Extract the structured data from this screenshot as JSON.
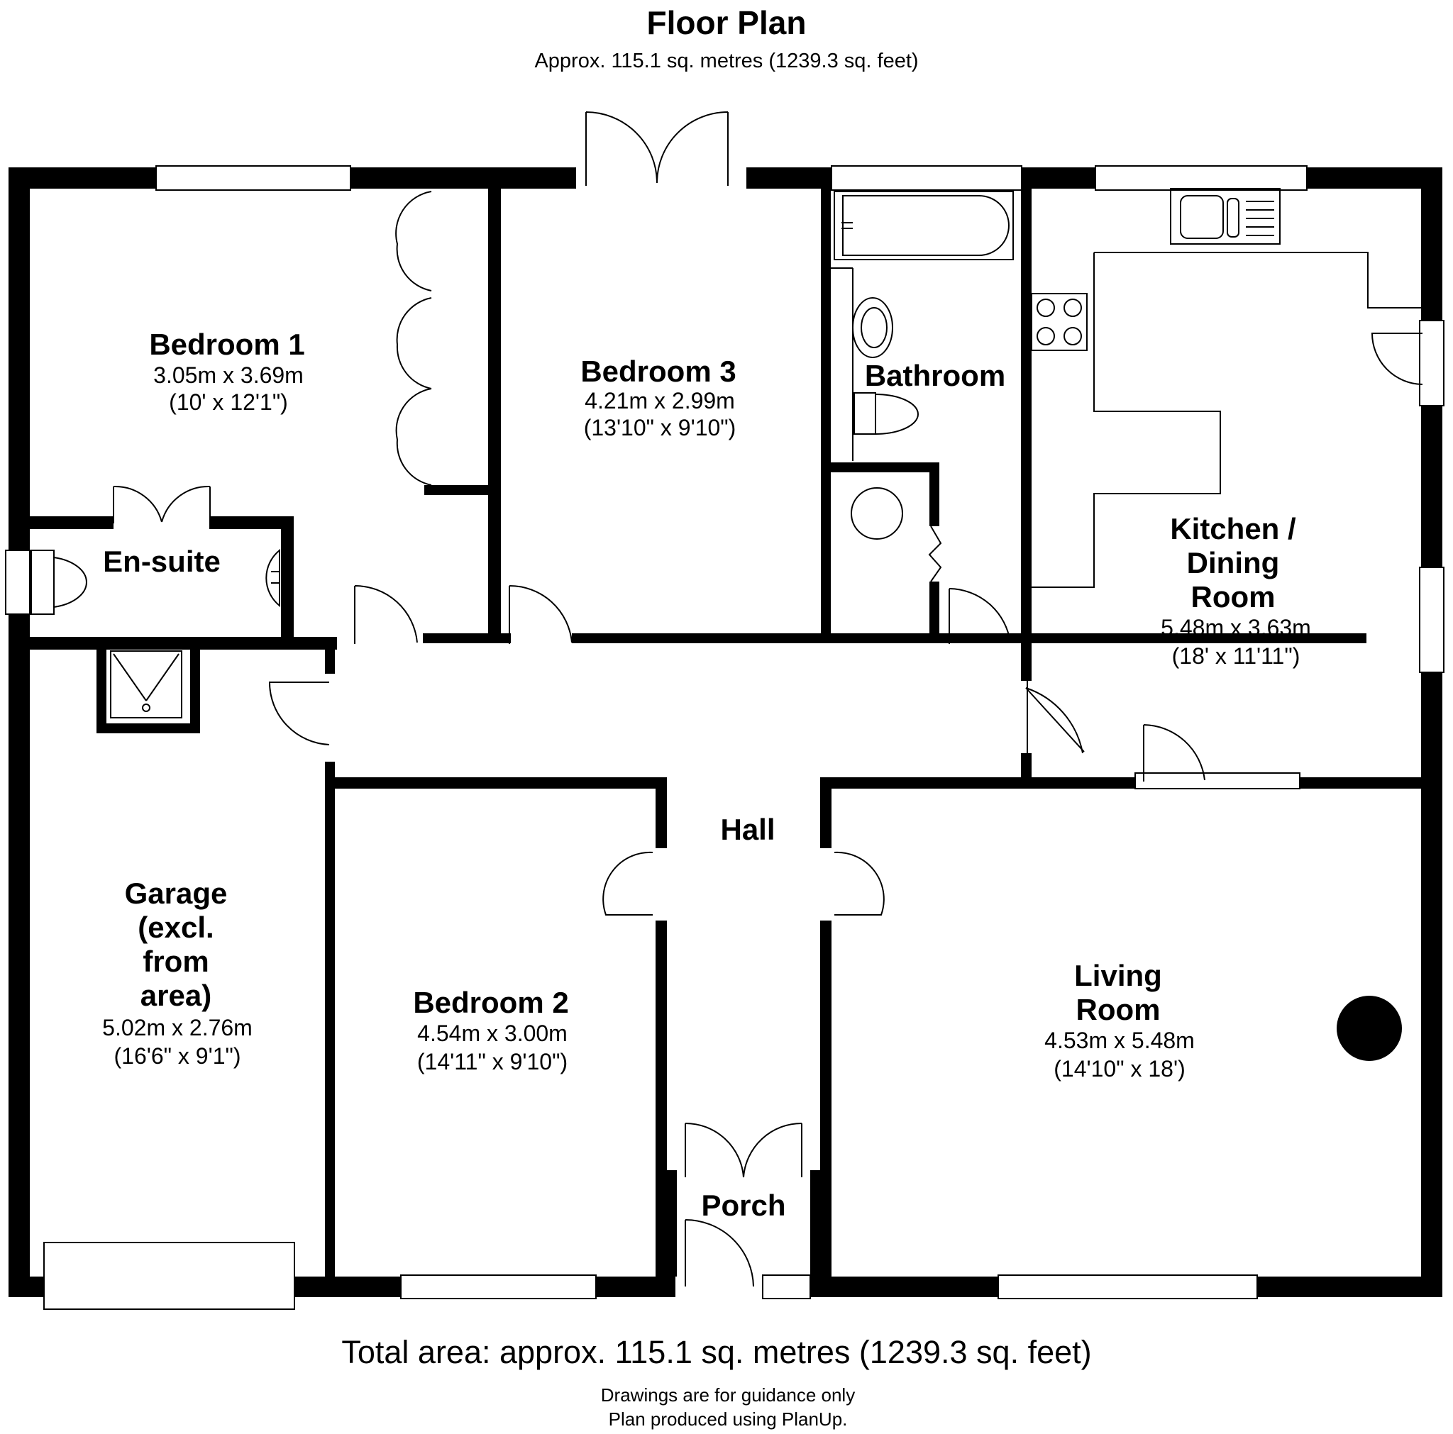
{
  "header": {
    "title": "Floor Plan",
    "subtitle": "Approx. 115.1 sq. metres (1239.3 sq. feet)"
  },
  "rooms": {
    "bedroom1": {
      "name": "Bedroom 1",
      "metric": "3.05m x 3.69m",
      "imperial": "(10' x 12'1\")"
    },
    "bedroom3": {
      "name": "Bedroom 3",
      "metric": "4.21m x 2.99m",
      "imperial": "(13'10\" x 9'10\")"
    },
    "bathroom": {
      "name": "Bathroom"
    },
    "kitchen": {
      "name_lines": [
        "Kitchen /",
        "Dining",
        "Room"
      ],
      "metric": "5.48m x 3.63m",
      "imperial": "(18' x 11'11\")"
    },
    "ensuite": {
      "name": "En-suite"
    },
    "hall": {
      "name": "Hall"
    },
    "garage": {
      "name_lines": [
        "Garage",
        "(excl.",
        "from",
        "area)"
      ],
      "metric": "5.02m x 2.76m",
      "imperial": "(16'6\" x 9'1\")"
    },
    "bedroom2": {
      "name": "Bedroom 2",
      "metric": "4.54m x 3.00m",
      "imperial": "(14'11\" x 9'10\")"
    },
    "living": {
      "name_lines": [
        "Living",
        "Room"
      ],
      "metric": "4.53m x 5.48m",
      "imperial": "(14'10\" x 18')"
    },
    "porch": {
      "name": "Porch"
    }
  },
  "footer": {
    "total": "Total area: approx. 115.1 sq. metres (1239.3 sq. feet)",
    "note1": "Drawings are for guidance only",
    "note2": "Plan produced using PlanUp."
  }
}
